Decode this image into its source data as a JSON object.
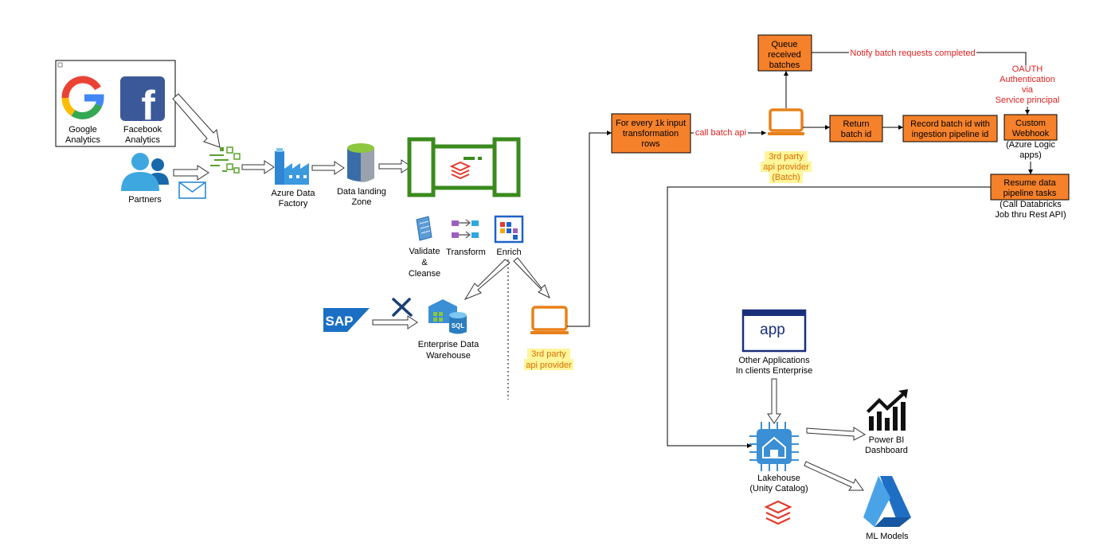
{
  "sources": {
    "google": "Google Analytics",
    "facebook": "Facebook Analytics",
    "partners": "Partners"
  },
  "ingest": {
    "adf": "Azure Data Factory",
    "landing": "Data landing Zone"
  },
  "steps": {
    "validate": "Validate & Cleanse",
    "transform": "Transform",
    "enrich": "Enrich"
  },
  "warehouse": {
    "sap": "SAP",
    "edw": "Enterprise Data Warehouse"
  },
  "api": {
    "provider": "3rd party api provider",
    "provider_batch": "3rd party api provider (Batch)"
  },
  "batch": {
    "every_1k": "For every 1k input transformation rows",
    "call_batch_api": "call batch api",
    "queue": "Queue received batches",
    "notify": "Notify batch requests completed",
    "oauth": "OAUTH Authentication via Service principal",
    "return_batch": "Return batch id",
    "record_batch": "Record batch id with ingestion pipeline id",
    "webhook": "Custom Webhook",
    "webhook_note": "(Azure Logic apps)",
    "resume": "Resume data pipeline tasks",
    "resume_note": "(Call Databricks Job thru Rest API)"
  },
  "consumers": {
    "app_icon": "app",
    "other_apps": "Other Applications In clients Enterprise",
    "lakehouse": "Lakehouse (Unity Catalog)",
    "powerbi": "Power BI Dashboard",
    "ml": "ML Models"
  }
}
